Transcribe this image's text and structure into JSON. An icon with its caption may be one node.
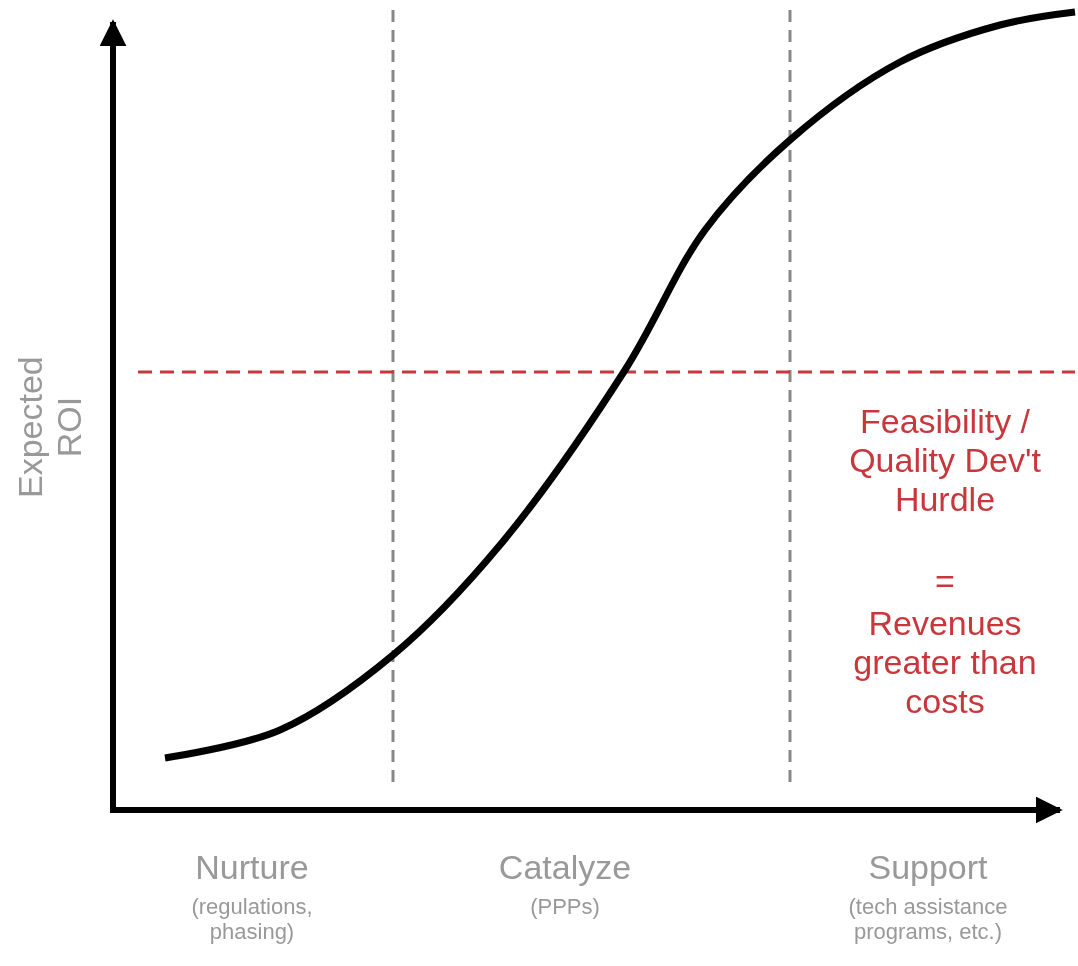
{
  "diagram": {
    "labels": [
      "Expected ROI",
      "Feasibility / Quality Dev't Hurdle",
      "=",
      "Revenues greater than costs",
      "Nurture",
      "(regulations, phasing)",
      "Catalyze",
      "(PPPs)",
      "Support",
      "(tech assistance programs, etc.)"
    ]
  }
}
